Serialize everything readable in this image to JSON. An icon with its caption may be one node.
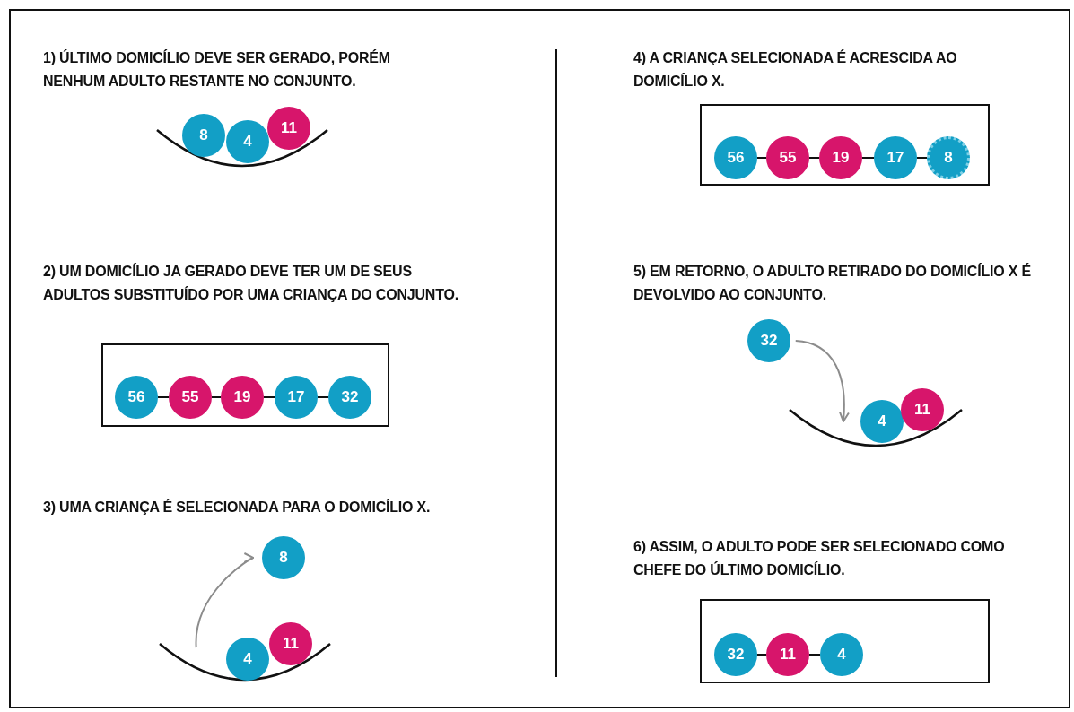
{
  "diagram": {
    "nodes": [
      {
        "text": [],
        "shape": "bowl"
      },
      {
        "text": [
          "8"
        ]
      },
      {
        "text": [
          "4"
        ]
      },
      {
        "text": [
          "11"
        ]
      },
      {
        "text": [],
        "shape": "box"
      },
      {
        "text": [
          "56"
        ],
        "in": 4
      },
      {
        "text": [
          "55"
        ],
        "in": 4
      },
      {
        "text": [
          "19"
        ],
        "in": 4
      },
      {
        "text": [
          "17"
        ],
        "in": 4
      },
      {
        "text": [
          "32"
        ],
        "in": 4
      },
      {
        "text": [
          "8"
        ]
      },
      {
        "text": [],
        "shape": "bowl"
      },
      {
        "text": [
          "4"
        ]
      },
      {
        "text": [
          "11"
        ]
      },
      {
        "text": [],
        "shape": "box"
      },
      {
        "text": [
          "56"
        ],
        "in": 14
      },
      {
        "text": [
          "55"
        ],
        "in": 14
      },
      {
        "text": [
          "19"
        ],
        "in": 14
      },
      {
        "text": [
          "17"
        ],
        "in": 14
      },
      {
        "text": [
          "8"
        ],
        "in": 14
      },
      {
        "text": [
          "32"
        ]
      },
      {
        "text": [],
        "shape": "bowl"
      },
      {
        "text": [
          "4"
        ]
      },
      {
        "text": [
          "11"
        ]
      },
      {
        "text": [],
        "shape": "box"
      },
      {
        "text": [
          "32"
        ],
        "in": 24
      },
      {
        "text": [
          "11"
        ],
        "in": 24
      },
      {
        "text": [
          "4"
        ],
        "in": 24
      }
    ],
    "edges": [
      {
        "from": 5,
        "to": 6,
        "arrow": "none"
      },
      {
        "from": 6,
        "to": 7,
        "arrow": "none"
      },
      {
        "from": 7,
        "to": 8,
        "arrow": "none"
      },
      {
        "from": 8,
        "to": 9,
        "arrow": "none"
      },
      {
        "from": 11,
        "to": 10,
        "arrow": "to",
        "color": "#8c8c8c"
      },
      {
        "from": 15,
        "to": 16,
        "arrow": "none"
      },
      {
        "from": 16,
        "to": 17,
        "arrow": "none"
      },
      {
        "from": 17,
        "to": 18,
        "arrow": "none"
      },
      {
        "from": 18,
        "to": 19,
        "arrow": "none"
      },
      {
        "from": 20,
        "to": 21,
        "arrow": "to",
        "color": "#8c8c8c"
      },
      {
        "from": 25,
        "to": 26,
        "arrow": "none"
      },
      {
        "from": 26,
        "to": 27,
        "arrow": "none"
      }
    ],
    "labels": [
      "1) ÚLTIMO DOMICÍLIO DEVE SER GERADO, PORÉM NENHUM ADULTO RESTANTE NO CONJUNTO.",
      "2) UM DOMICÍLIO JA GERADO DEVE TER UM DE SEUS ADULTOS SUBSTITUÍDO POR UMA CRIANÇA DO CONJUNTO.",
      "3) UMA CRIANÇA É SELECIONADA PARA O DOMICÍLIO X.",
      "4) A CRIANÇA SELECIONADA É ACRESCIDA AO DOMICÍLIO X.",
      "5) EM RETORNO, O ADULTO RETIRADO DO DOMICÍLIO X É DEVOLVIDO AO CONJUNTO.",
      "6) ASSIM, O ADULTO PODE SER SELECIONADO COMO CHEFE DO ÚLTIMO DOMICÍLIO."
    ]
  }
}
